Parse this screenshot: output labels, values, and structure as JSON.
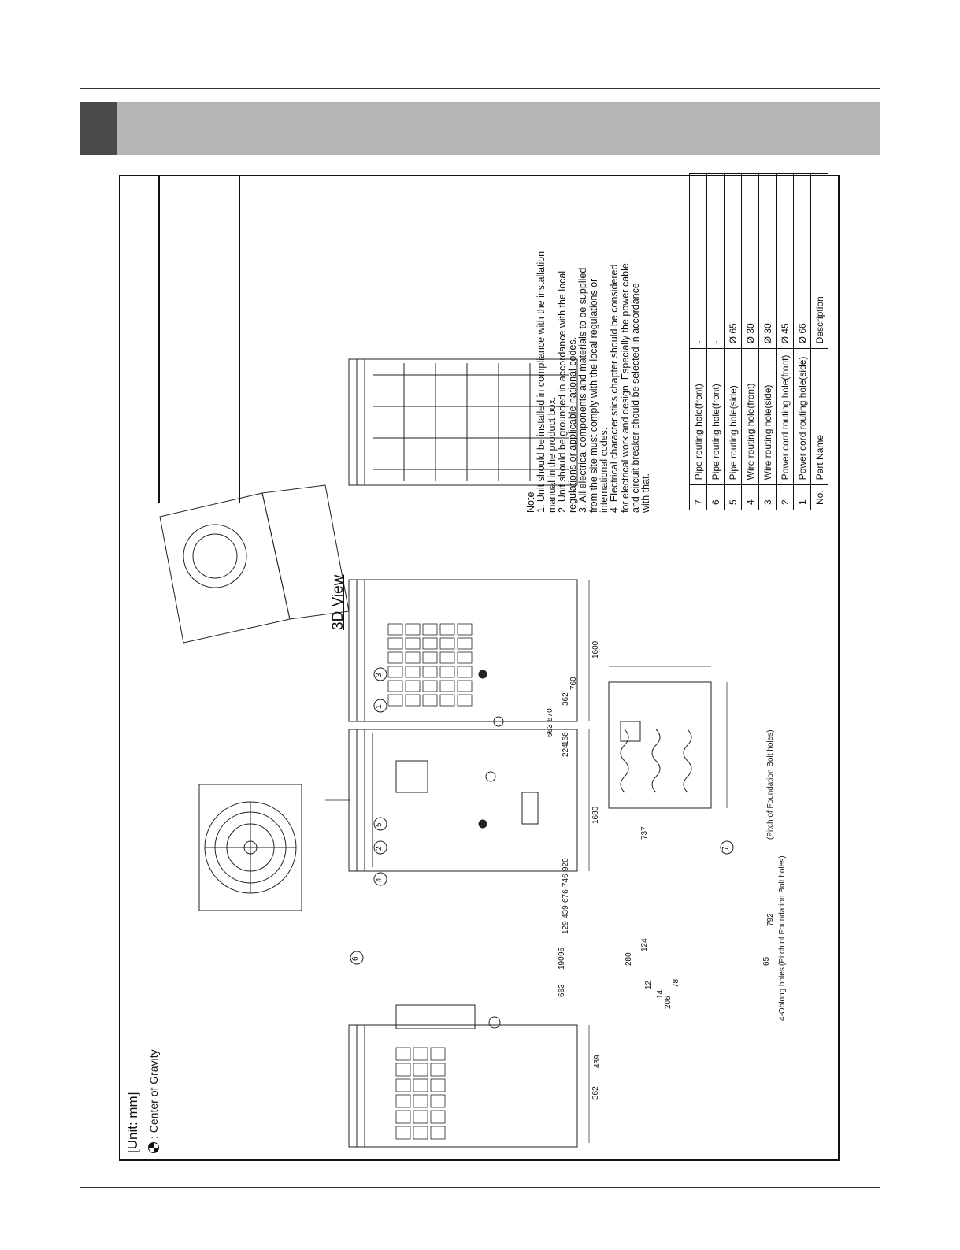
{
  "drawing": {
    "unit_label": "[Unit: mm]",
    "center_of_gravity_label": ": Center of Gravity",
    "view_3d_label": "3D View",
    "dimensions": {
      "side_width": "362",
      "fan_offset": "439",
      "front_height": "1680",
      "front_d663": "663",
      "front_d190": "190",
      "front_d95": "95",
      "front_d129": "129",
      "front_d439": "439",
      "front_d676": "676",
      "front_d746": "746",
      "front_d920": "920",
      "front_d166": "166",
      "front_d224": "224",
      "side_height": "1600",
      "side_d663": "663",
      "side_d570": "570",
      "side_d362": "362",
      "side_d760": "760",
      "base_d280": "280",
      "base_d124": "124",
      "base_d12": "12",
      "base_d14": "14",
      "base_d206": "206",
      "base_d78": "78",
      "base_d65": "65",
      "base_d792": "792",
      "base_d737": "737",
      "oblong_holes": "4-Oblong holes",
      "pitch_792": "(Pitch of Foundation Bolt holes)",
      "pitch_737": "(Pitch of Foundation Bolt holes)"
    },
    "callouts": [
      "1",
      "2",
      "3",
      "4",
      "5",
      "6",
      "7"
    ]
  },
  "notes": {
    "title": "Note",
    "lines": [
      "1. Unit should be installed in compliance with the installation",
      "    manual in the product box.",
      "2. Unit should be grounded in accordance with the local",
      "    regulations or applicable national codes.",
      "3. All electrical components and materials to be supplied",
      "    from the site must comply with the local regulations or",
      "    international codes.",
      "4. Electrical characteristics chapter should be considered",
      "    for electrical work and design. Especially the power cable",
      "    and circuit breaker should be selected in accordance",
      "    with that."
    ]
  },
  "parts_table": {
    "rows": [
      {
        "no": "7",
        "name": "Pipe routing hole(front)",
        "desc": "-"
      },
      {
        "no": "6",
        "name": "Pipe routing hole(front)",
        "desc": "-"
      },
      {
        "no": "5",
        "name": "Pipe routing hole(side)",
        "desc": "Ø 65"
      },
      {
        "no": "4",
        "name": "Wire routing hole(front)",
        "desc": "Ø 30"
      },
      {
        "no": "3",
        "name": "Wire routing hole(side)",
        "desc": "Ø 30"
      },
      {
        "no": "2",
        "name": "Power cord routing hole(front)",
        "desc": "Ø 45"
      },
      {
        "no": "1",
        "name": "Power cord routing hole(side)",
        "desc": "Ø 66"
      }
    ],
    "header": {
      "no": "No.",
      "name": "Part Name",
      "desc": "Description"
    }
  }
}
